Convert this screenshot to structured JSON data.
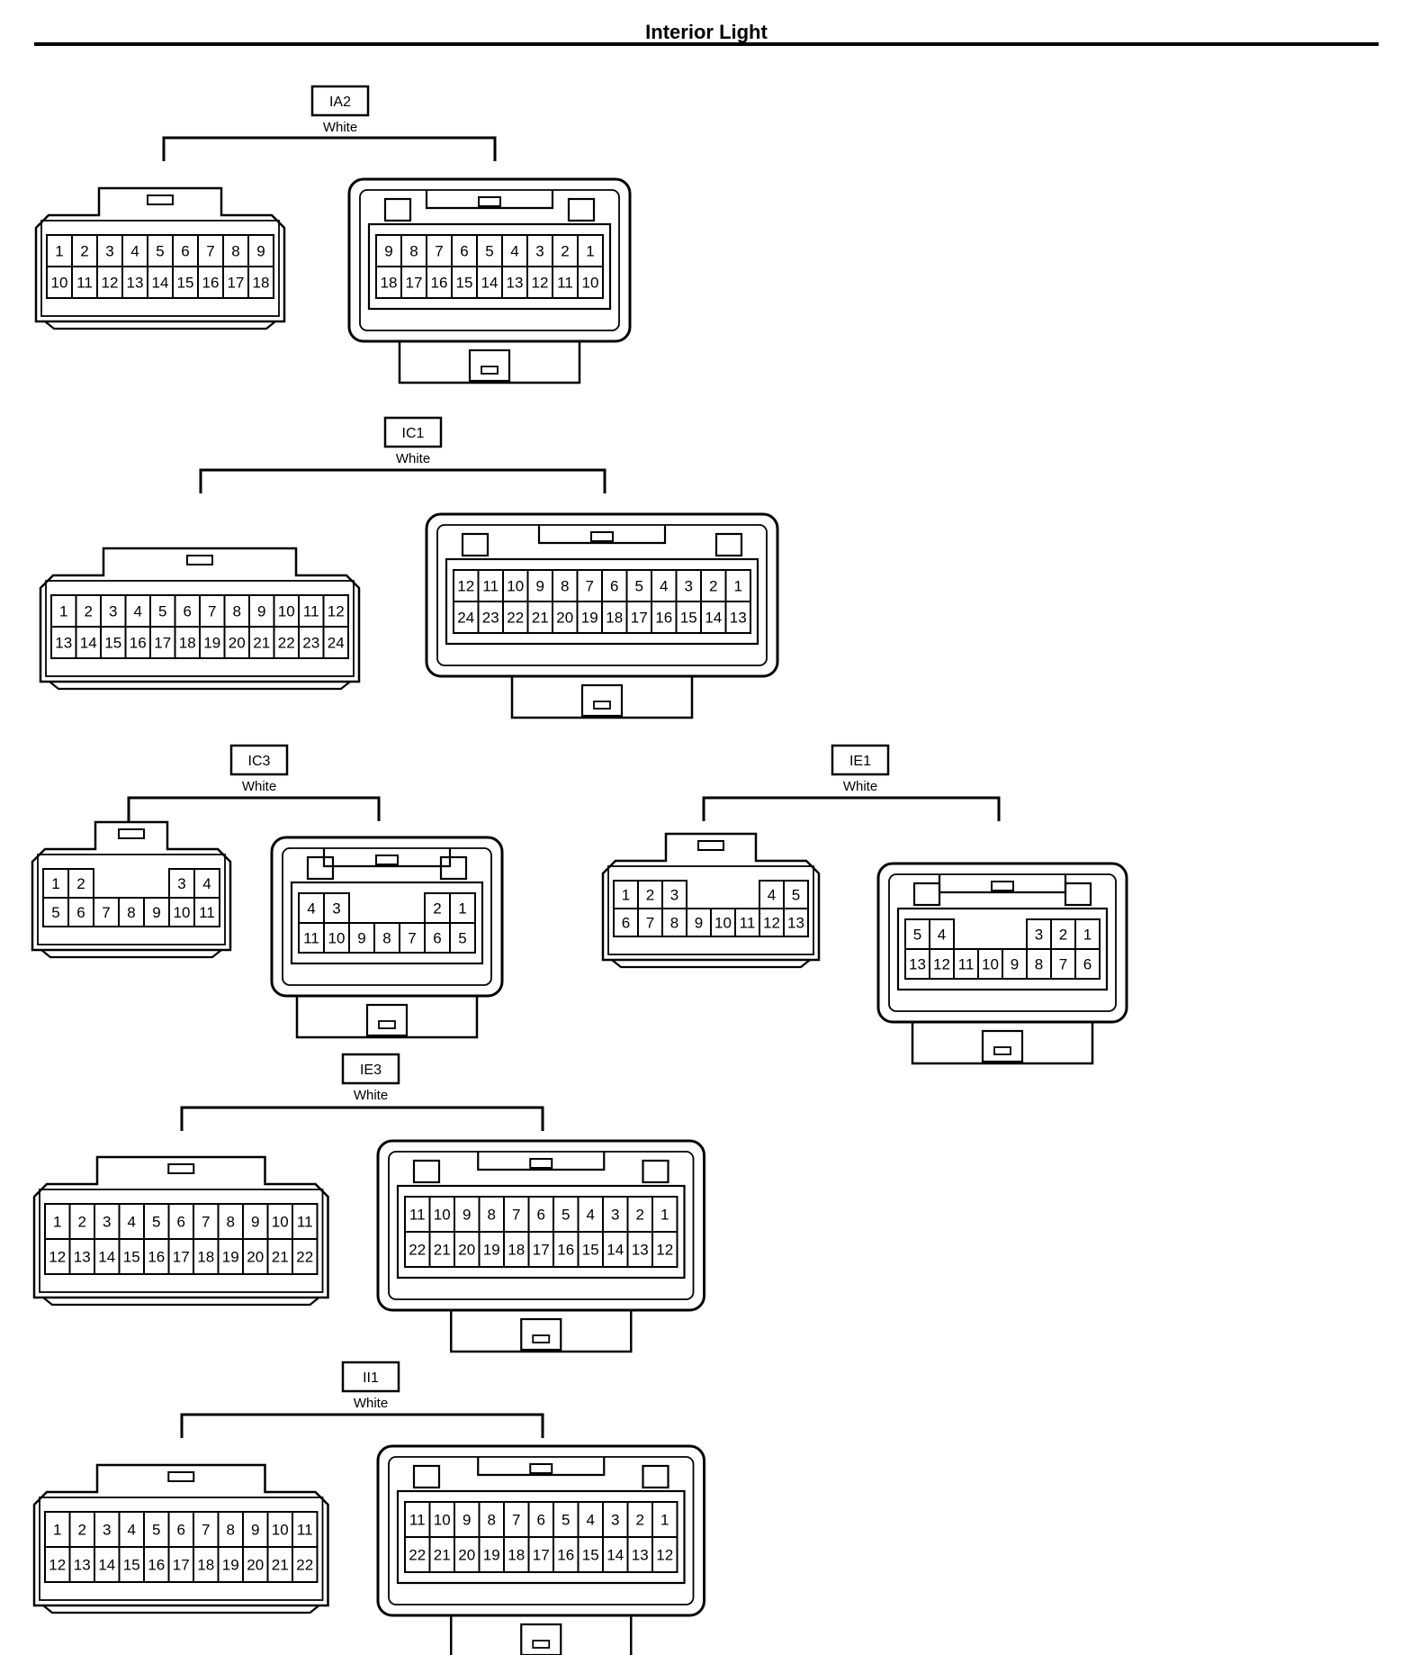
{
  "page": {
    "title": "Interior Light"
  },
  "connectors": [
    {
      "id": "IA2",
      "color": "White",
      "left": [
        [
          "1",
          "2",
          "3",
          "4",
          "5",
          "6",
          "7",
          "8",
          "9"
        ],
        [
          "10",
          "11",
          "12",
          "13",
          "14",
          "15",
          "16",
          "17",
          "18"
        ]
      ],
      "right": [
        [
          "9",
          "8",
          "7",
          "6",
          "5",
          "4",
          "3",
          "2",
          "1"
        ],
        [
          "18",
          "17",
          "16",
          "15",
          "14",
          "13",
          "12",
          "11",
          "10"
        ]
      ]
    },
    {
      "id": "IC1",
      "color": "White",
      "left": [
        [
          "1",
          "2",
          "3",
          "4",
          "5",
          "6",
          "7",
          "8",
          "9",
          "10",
          "11",
          "12"
        ],
        [
          "13",
          "14",
          "15",
          "16",
          "17",
          "18",
          "19",
          "20",
          "21",
          "22",
          "23",
          "24"
        ]
      ],
      "right": [
        [
          "12",
          "11",
          "10",
          "9",
          "8",
          "7",
          "6",
          "5",
          "4",
          "3",
          "2",
          "1"
        ],
        [
          "24",
          "23",
          "22",
          "21",
          "20",
          "19",
          "18",
          "17",
          "16",
          "15",
          "14",
          "13"
        ]
      ]
    },
    {
      "id": "IC3",
      "color": "White",
      "left": [
        [
          "1",
          "2",
          "",
          "",
          "",
          "3",
          "4"
        ],
        [
          "5",
          "6",
          "7",
          "8",
          "9",
          "10",
          "11"
        ]
      ],
      "right": [
        [
          "4",
          "3",
          "",
          "",
          "",
          "2",
          "1"
        ],
        [
          "11",
          "10",
          "9",
          "8",
          "7",
          "6",
          "5"
        ]
      ]
    },
    {
      "id": "IE1",
      "color": "White",
      "left": [
        [
          "1",
          "2",
          "3",
          "",
          "",
          "",
          "4",
          "5"
        ],
        [
          "6",
          "7",
          "8",
          "9",
          "10",
          "11",
          "12",
          "13"
        ]
      ],
      "right": [
        [
          "5",
          "4",
          "",
          "",
          "",
          "3",
          "2",
          "1"
        ],
        [
          "13",
          "12",
          "11",
          "10",
          "9",
          "8",
          "7",
          "6"
        ]
      ]
    },
    {
      "id": "IE3",
      "color": "White",
      "left": [
        [
          "1",
          "2",
          "3",
          "4",
          "5",
          "6",
          "7",
          "8",
          "9",
          "10",
          "11"
        ],
        [
          "12",
          "13",
          "14",
          "15",
          "16",
          "17",
          "18",
          "19",
          "20",
          "21",
          "22"
        ]
      ],
      "right": [
        [
          "11",
          "10",
          "9",
          "8",
          "7",
          "6",
          "5",
          "4",
          "3",
          "2",
          "1"
        ],
        [
          "22",
          "21",
          "20",
          "19",
          "18",
          "17",
          "16",
          "15",
          "14",
          "13",
          "12"
        ]
      ]
    },
    {
      "id": "II1",
      "color": "White",
      "left": [
        [
          "1",
          "2",
          "3",
          "4",
          "5",
          "6",
          "7",
          "8",
          "9",
          "10",
          "11"
        ],
        [
          "12",
          "13",
          "14",
          "15",
          "16",
          "17",
          "18",
          "19",
          "20",
          "21",
          "22"
        ]
      ],
      "right": [
        [
          "11",
          "10",
          "9",
          "8",
          "7",
          "6",
          "5",
          "4",
          "3",
          "2",
          "1"
        ],
        [
          "22",
          "21",
          "20",
          "19",
          "18",
          "17",
          "16",
          "15",
          "14",
          "13",
          "12"
        ]
      ]
    }
  ]
}
